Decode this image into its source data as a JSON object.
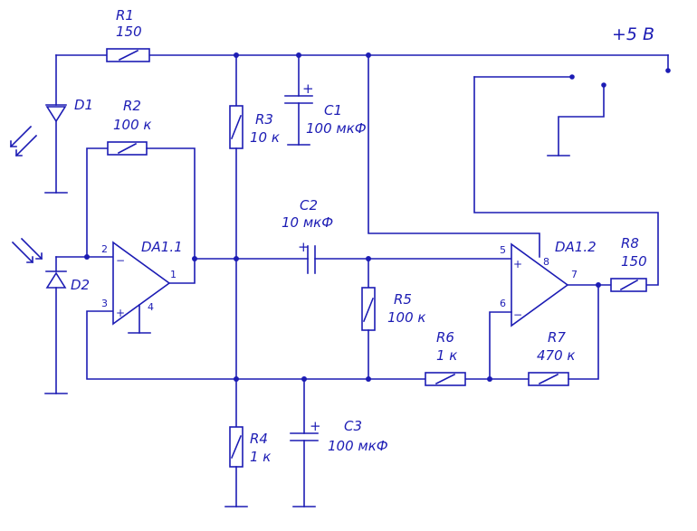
{
  "supply": {
    "label": "+5 В"
  },
  "components": {
    "R1": {
      "name": "R1",
      "value": "150"
    },
    "R2": {
      "name": "R2",
      "value": "100 к"
    },
    "R3": {
      "name": "R3",
      "value": "10 к"
    },
    "R4": {
      "name": "R4",
      "value": "1 к"
    },
    "R5": {
      "name": "R5",
      "value": "100 к"
    },
    "R6": {
      "name": "R6",
      "value": "1 к"
    },
    "R7": {
      "name": "R7",
      "value": "470 к"
    },
    "R8": {
      "name": "R8",
      "value": "150"
    },
    "C1": {
      "name": "C1",
      "value": "100 мкФ"
    },
    "C2": {
      "name": "C2",
      "value": "10 мкФ"
    },
    "C3": {
      "name": "C3",
      "value": "100 мкФ"
    },
    "D1": {
      "name": "D1"
    },
    "D2": {
      "name": "D2"
    },
    "DA11": {
      "name": "DA1.1",
      "pins": {
        "inv": "2",
        "noninv": "3",
        "out": "1",
        "gnd": "4"
      }
    },
    "DA12": {
      "name": "DA1.2",
      "pins": {
        "noninv": "5",
        "inv": "6",
        "out": "7",
        "vcc": "8"
      }
    }
  },
  "signs": {
    "minus": "−",
    "plus": "+"
  }
}
